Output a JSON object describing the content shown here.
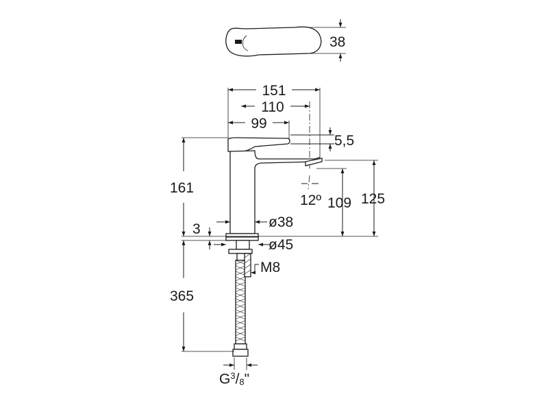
{
  "dimensions": {
    "handle_height": "38",
    "overall_length": "151",
    "spout_reach": "110",
    "handle_reach": "99",
    "handle_offset": "5,5",
    "total_height": "161",
    "spout_angle": "12º",
    "outlet_height": "109",
    "spout_height": "125",
    "base_offset": "3",
    "body_diameter": "ø38",
    "base_diameter": "ø45",
    "thread": "M8",
    "hose_length": "365",
    "connection_main": "G",
    "connection_num": "3",
    "connection_den": "8",
    "connection_unit": "\""
  }
}
